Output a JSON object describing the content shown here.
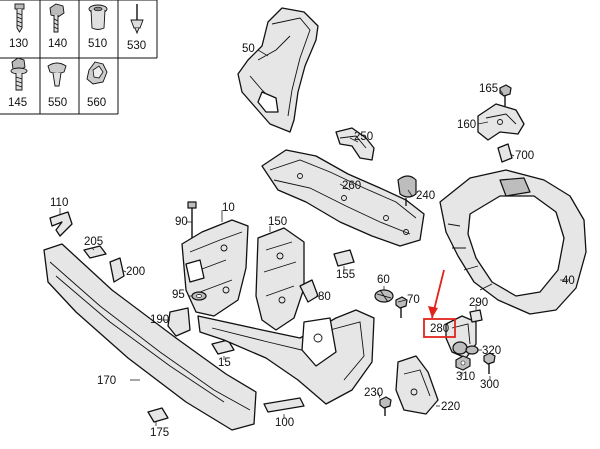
{
  "accent_color": "#e0241b",
  "legend_grid": {
    "cells": [
      {
        "label": "130",
        "icon": "screw-icon"
      },
      {
        "label": "140",
        "icon": "hex-bolt-icon"
      },
      {
        "label": "510",
        "icon": "rivet-nut-icon"
      },
      {
        "label": "530",
        "icon": "pin-clip-icon"
      },
      {
        "label": "145",
        "icon": "flange-bolt-icon"
      },
      {
        "label": "550",
        "icon": "push-clip-icon"
      },
      {
        "label": "560",
        "icon": "spring-clip-icon"
      }
    ]
  },
  "callouts": {
    "c10": "10",
    "c15": "15",
    "c40": "40",
    "c50": "50",
    "c60": "60",
    "c70": "70",
    "c80": "80",
    "c90": "90",
    "c95": "95",
    "c100": "100",
    "c110": "110",
    "c150": "150",
    "c155": "155",
    "c160": "160",
    "c165": "165",
    "c170": "170",
    "c175": "175",
    "c190": "190",
    "c200": "200",
    "c205": "205",
    "c220": "220",
    "c230": "230",
    "c240": "240",
    "c250": "250",
    "c260": "260",
    "c280": "280",
    "c290": "290",
    "c300": "300",
    "c310": "310",
    "c320": "320",
    "c700": "700"
  },
  "highlight": {
    "part": "280",
    "color": "#e0241b"
  }
}
